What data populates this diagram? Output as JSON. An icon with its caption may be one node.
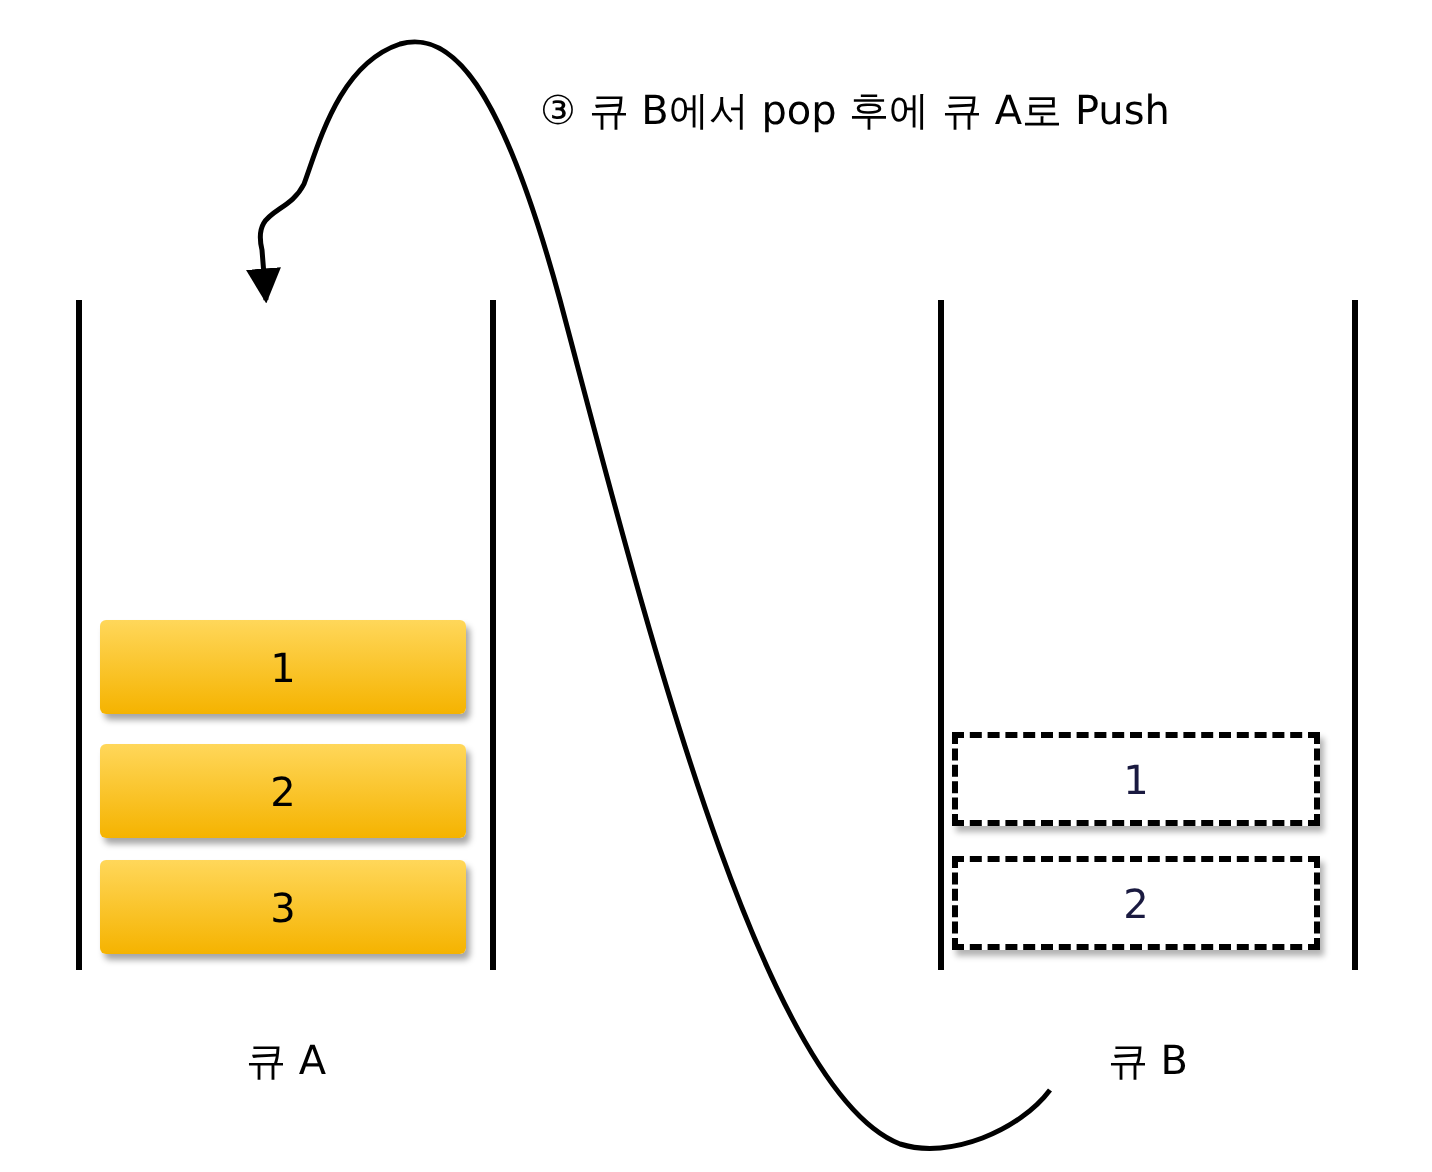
{
  "diagram": {
    "nodes": [
      {
        "text": [
          "큐 A"
        ]
      },
      {
        "text": [
          "1"
        ],
        "in": 0
      },
      {
        "text": [
          "2"
        ],
        "in": 0
      },
      {
        "text": [
          "3"
        ],
        "in": 0
      },
      {
        "text": [
          "큐 B"
        ]
      },
      {
        "text": [
          "1"
        ],
        "in": 4
      },
      {
        "text": [
          "2"
        ],
        "in": 4
      }
    ],
    "edges": [
      {
        "from": 4,
        "to": 0,
        "arrow": "to",
        "label": "③ 큐 B에서 pop 후에 큐 A로 Push"
      }
    ]
  }
}
